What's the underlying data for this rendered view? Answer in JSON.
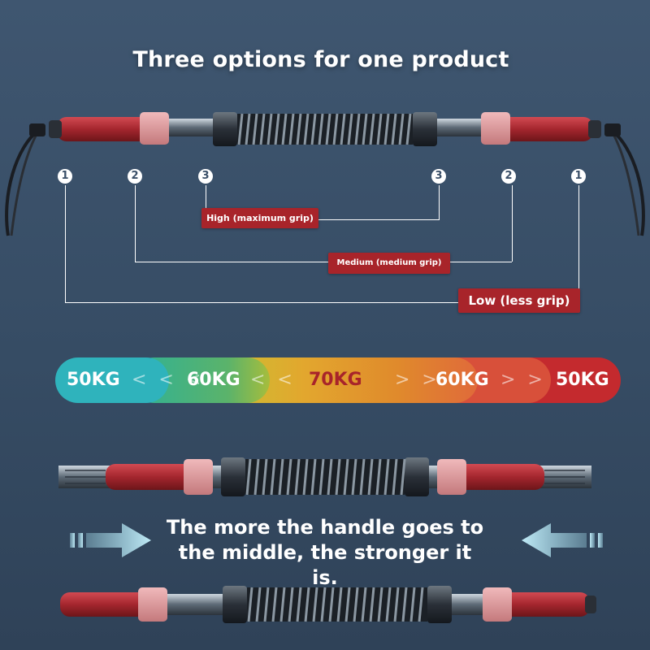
{
  "title": "Three options for one product",
  "markers": {
    "one": "1",
    "two": "2",
    "three": "3"
  },
  "grip_levels": {
    "high": "High (maximum grip)",
    "medium": "Medium (medium grip)",
    "low": "Low (less grip)"
  },
  "resistance_scale": {
    "left_low": "50KG",
    "left_mid": "60KG",
    "center": "70KG",
    "right_mid": "60KG",
    "right_low": "50KG",
    "chevrons_left": "< < <",
    "chevrons_left_short": "< <",
    "chevrons_right": "> >",
    "chevrons_right_short": "> >"
  },
  "slogan": {
    "line1": "The more the handle goes to",
    "line2": "the middle, the stronger it is."
  },
  "colors": {
    "teal": "#2fb3bc",
    "green": "#35ae8a",
    "yellow": "#c8c233",
    "orange": "#e0922c",
    "red_orange": "#e06a3a",
    "red": "#c42a2e",
    "tag_red": "#a8242a",
    "handle_red": "#b8333b",
    "arrow_blue": "#a9e3f2"
  }
}
